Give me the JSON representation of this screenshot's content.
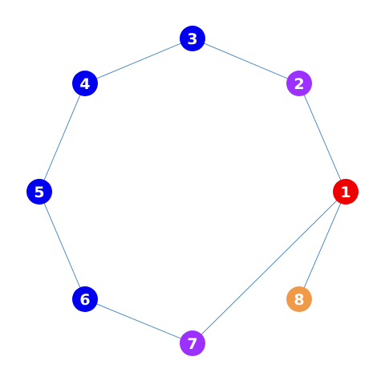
{
  "graph": {
    "nodes": [
      {
        "id": "1",
        "label": "1",
        "color": "#ee0000"
      },
      {
        "id": "2",
        "label": "2",
        "color": "#9b30ff"
      },
      {
        "id": "3",
        "label": "3",
        "color": "#0000ee"
      },
      {
        "id": "4",
        "label": "4",
        "color": "#0000ee"
      },
      {
        "id": "5",
        "label": "5",
        "color": "#0000ee"
      },
      {
        "id": "6",
        "label": "6",
        "color": "#0000ee"
      },
      {
        "id": "7",
        "label": "7",
        "color": "#9b30ff"
      },
      {
        "id": "8",
        "label": "8",
        "color": "#ee9a49"
      }
    ],
    "edges": [
      {
        "source": "1",
        "target": "2"
      },
      {
        "source": "2",
        "target": "3"
      },
      {
        "source": "3",
        "target": "4"
      },
      {
        "source": "4",
        "target": "5"
      },
      {
        "source": "5",
        "target": "6"
      },
      {
        "source": "6",
        "target": "7"
      },
      {
        "source": "7",
        "target": "1"
      },
      {
        "source": "1",
        "target": "8"
      }
    ],
    "edge_color": "#3a7fbf"
  }
}
